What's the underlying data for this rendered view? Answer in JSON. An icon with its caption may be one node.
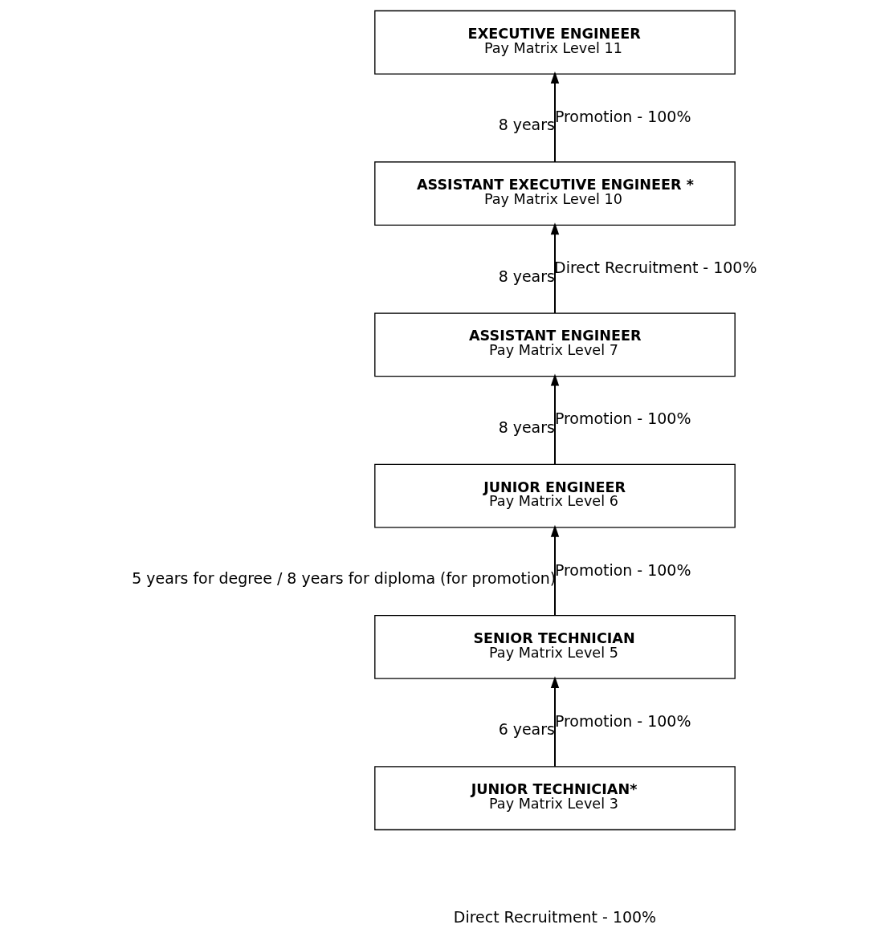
{
  "diagram": {
    "nodes": [
      {
        "text": [
          "EXECUTIVE ENGINEER",
          "Pay Matrix Level 11"
        ]
      },
      {
        "text": [
          "ASSISTANT EXECUTIVE ENGINEER *",
          "Pay Matrix Level 10"
        ]
      },
      {
        "text": [
          "ASSISTANT ENGINEER",
          "Pay Matrix Level 7"
        ]
      },
      {
        "text": [
          "JUNIOR ENGINEER",
          "Pay Matrix Level 6"
        ]
      },
      {
        "text": [
          "SENIOR TECHNICIAN",
          "Pay Matrix Level 5"
        ]
      },
      {
        "text": [
          "JUNIOR TECHNICIAN*",
          "Pay Matrix Level 3"
        ]
      }
    ],
    "edges": [
      {
        "from": 1,
        "to": 0,
        "arrow": "to",
        "label": "Promotion - 100%"
      },
      {
        "from": 2,
        "to": 1,
        "arrow": "to",
        "label": "Direct Recruitment - 100%"
      },
      {
        "from": 3,
        "to": 2,
        "arrow": "to",
        "label": "Promotion - 100%"
      },
      {
        "from": 4,
        "to": 3,
        "arrow": "to",
        "label": "Promotion - 100%"
      },
      {
        "from": 5,
        "to": 4,
        "arrow": "to",
        "label": "Promotion - 100%"
      }
    ],
    "labels": [
      "8 years",
      "8 years",
      "8 years",
      "5 years for degree / 8 years for diploma (for promotion)",
      "6 years",
      "Direct Recruitment - 100%"
    ]
  }
}
